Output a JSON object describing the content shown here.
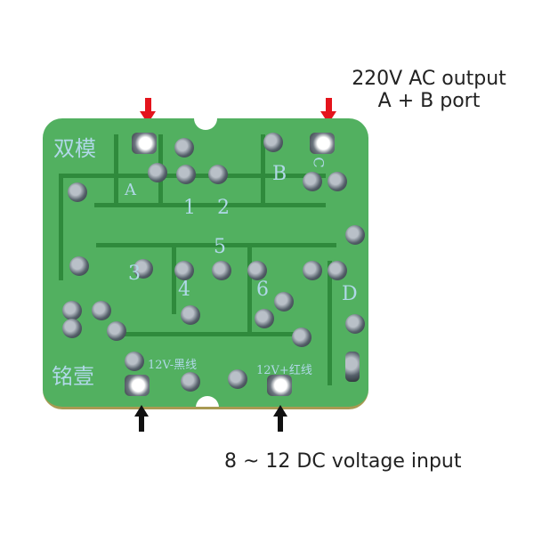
{
  "captions": {
    "output_line1": "220V AC output",
    "output_line2": "A + B port",
    "input": "8 ~ 12 DC voltage input"
  },
  "board": {
    "silkscreen": {
      "top_left": "双模",
      "bottom_left": "铭壹",
      "label_a": "A",
      "label_b": "B",
      "label_c": "C",
      "label_d": "D",
      "label_1": "1",
      "label_2": "2",
      "label_3": "3",
      "label_4": "4",
      "label_5": "5",
      "label_6": "6",
      "neg_wire": "12V-黑线",
      "pos_wire": "12V+红线"
    },
    "colors": {
      "pcb": "#52b060",
      "silk": "#b0d8e8",
      "output_arrow": "#e4141c",
      "input_arrow": "#111111"
    }
  }
}
